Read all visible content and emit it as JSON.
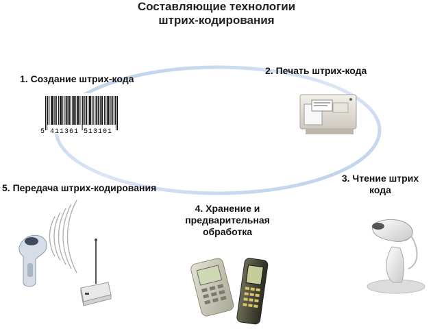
{
  "title": {
    "line1": "Составляющие технологии",
    "line2": "штрих-кодирования"
  },
  "steps": [
    {
      "label": "1. Создание штрих-кода"
    },
    {
      "label": "2. Печать штрих-кода"
    },
    {
      "label_line1": "3. Чтение штрих",
      "label_line2": "кода"
    },
    {
      "label_line1": "4. Хранение и",
      "label_line2": "предварительная",
      "label_line3": "обработка"
    },
    {
      "label": "5. Передача штрих-кодирования"
    }
  ],
  "barcode": {
    "digits": "5 411361 513101"
  },
  "colors": {
    "cycle_ring": "#c9d9f0",
    "text": "#111111"
  }
}
